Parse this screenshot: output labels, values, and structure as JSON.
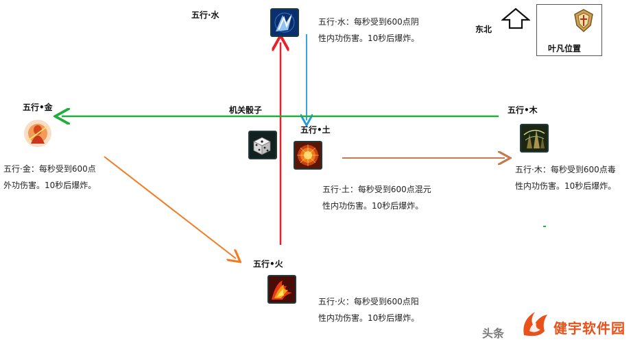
{
  "nodes": {
    "water": {
      "title": "五行·水",
      "desc_line1": "五行·水：每秒受到600点阴",
      "desc_line2": "性内功伤害。10秒后爆炸。"
    },
    "metal": {
      "title": "五行•金",
      "desc_line1": "五行·金：每秒受到600点",
      "desc_line2": "外功伤害。10秒后爆炸。"
    },
    "wood": {
      "title": "五行•木",
      "desc_line1": "五行·木：每秒受到600点毒",
      "desc_line2": "性内功伤害。10秒后爆炸。"
    },
    "earth": {
      "title": "五行•土",
      "desc_line1": "五行·土：每秒受到600点混元",
      "desc_line2": "性内功伤害。10秒后爆炸。"
    },
    "fire": {
      "title": "五行•火",
      "desc_line1": "五行·火：每秒受到600点阳",
      "desc_line2": "性内功伤害。10秒后爆炸。"
    },
    "dice": {
      "title": "机关骰子"
    }
  },
  "legend": {
    "direction_label": "东北",
    "position_label": "叶凡位置"
  },
  "watermark": {
    "platform": "头条",
    "brand": "健宇软件园"
  },
  "colors": {
    "red_arrow": "#e8202a",
    "blue_arrow": "#1e9be0",
    "green_arrow": "#1fae3c",
    "brown_arrow": "#c47a4e",
    "orange_arrow": "#f47a20",
    "brand": "#e8511a"
  },
  "icons": {
    "water": "water-skill-icon",
    "metal": "metal-skill-icon",
    "wood": "wood-skill-icon",
    "earth": "earth-skill-icon",
    "fire": "fire-skill-icon",
    "dice": "dice-icon",
    "direction": "up-arrow-icon",
    "player": "player-marker-icon",
    "logo": "brand-logo-icon"
  }
}
